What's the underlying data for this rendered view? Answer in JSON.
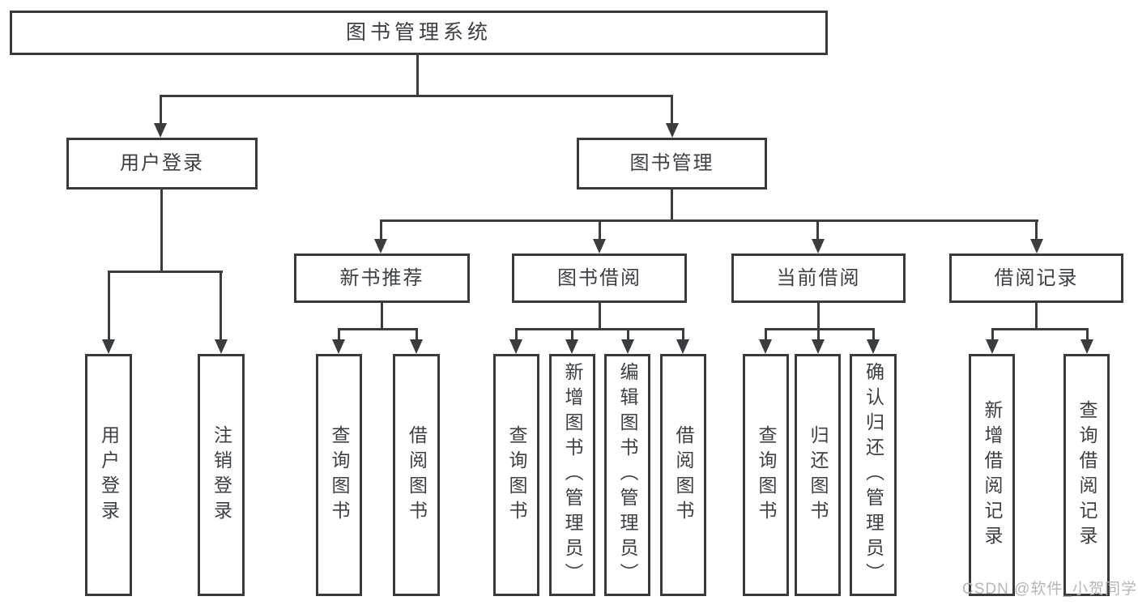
{
  "watermark": "CSDN @软件_小贺同学",
  "tree": {
    "type": "hierarchy-diagram",
    "root": {
      "label": "图书管理系统",
      "children": [
        {
          "label": "用户登录",
          "children": [
            {
              "label": "用户登录"
            },
            {
              "label": "注销登录"
            }
          ]
        },
        {
          "label": "图书管理",
          "children": [
            {
              "label": "新书推荐",
              "children": [
                {
                  "label": "查询图书"
                },
                {
                  "label": "借阅图书"
                }
              ]
            },
            {
              "label": "图书借阅",
              "children": [
                {
                  "label": "查询图书"
                },
                {
                  "label": "新增图书（管理员）"
                },
                {
                  "label": "编辑图书（管理员）"
                },
                {
                  "label": "借阅图书"
                }
              ]
            },
            {
              "label": "当前借阅",
              "children": [
                {
                  "label": "查询图书"
                },
                {
                  "label": "归还图书"
                },
                {
                  "label": "确认归还（管理员）"
                }
              ]
            },
            {
              "label": "借阅记录",
              "children": [
                {
                  "label": "新增借阅记录"
                },
                {
                  "label": "查询借阅记录"
                }
              ]
            }
          ]
        }
      ]
    }
  }
}
